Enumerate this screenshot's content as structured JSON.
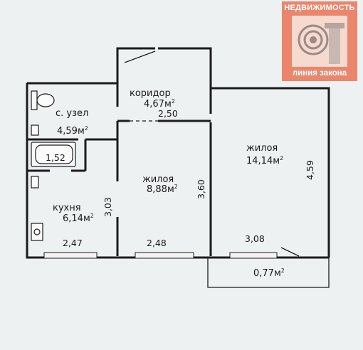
{
  "rooms": {
    "corridor": {
      "name": "коридор",
      "area": "4,67",
      "dim": "2,50"
    },
    "bathroom": {
      "name": "с. узел",
      "area": "4,59"
    },
    "bath_dim": "1,52",
    "kitchen": {
      "name": "кухня",
      "area": "6,14",
      "dim_h": "3,03",
      "dim_w": "2,47"
    },
    "bedroom": {
      "name": "жилоя",
      "area": "8,88",
      "dim_h": "3,60",
      "dim_w": "2,48"
    },
    "living": {
      "name": "жилоя",
      "area": "14,14",
      "dim_h": "4,59",
      "dim_w": "3,08"
    },
    "balcony": {
      "area": "0,77"
    }
  },
  "area_unit": "м",
  "area_unit_sup": "2",
  "logo": {
    "top_text": "НЕДВИЖИМОСТЬ",
    "bottom_text": "линия закона",
    "icon": "ionic-column-icon",
    "bg_color": "#e9866c"
  }
}
